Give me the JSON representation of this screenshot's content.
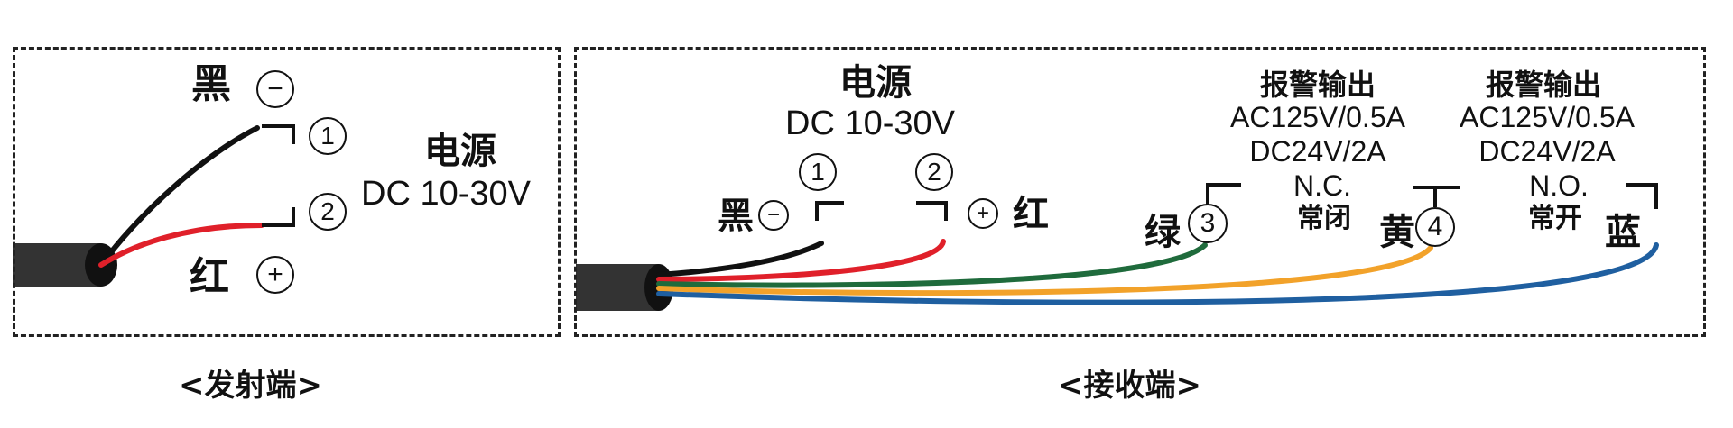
{
  "emitter": {
    "caption": "<发射端>",
    "black_label": "黑",
    "red_label": "红",
    "minus_symbol": "−",
    "plus_symbol": "+",
    "terminal_1": "1",
    "terminal_2": "2",
    "power_title": "电源",
    "power_voltage": "DC 10-30V"
  },
  "receiver": {
    "caption": "<接收端>",
    "power_title": "电源",
    "power_voltage": "DC 10-30V",
    "terminal_1": "1",
    "terminal_2": "2",
    "terminal_3": "3",
    "terminal_4": "4",
    "black_label": "黑",
    "red_label": "红",
    "green_label": "绿",
    "yellow_label": "黄",
    "blue_label": "蓝",
    "minus_symbol": "−",
    "plus_symbol": "+",
    "alarm_nc": {
      "title": "报警输出",
      "ac": "AC125V/0.5A",
      "dc": "DC24V/2A",
      "state": "N.C.",
      "state_cn": "常闭"
    },
    "alarm_no": {
      "title": "报警输出",
      "ac": "AC125V/0.5A",
      "dc": "DC24V/2A",
      "state": "N.O.",
      "state_cn": "常开"
    }
  },
  "colors": {
    "black_wire": "#111111",
    "red_wire": "#e0202a",
    "green_wire": "#1f6b3c",
    "yellow_wire": "#f2a22a",
    "blue_wire": "#1f5fa0",
    "cable": "#333333"
  }
}
